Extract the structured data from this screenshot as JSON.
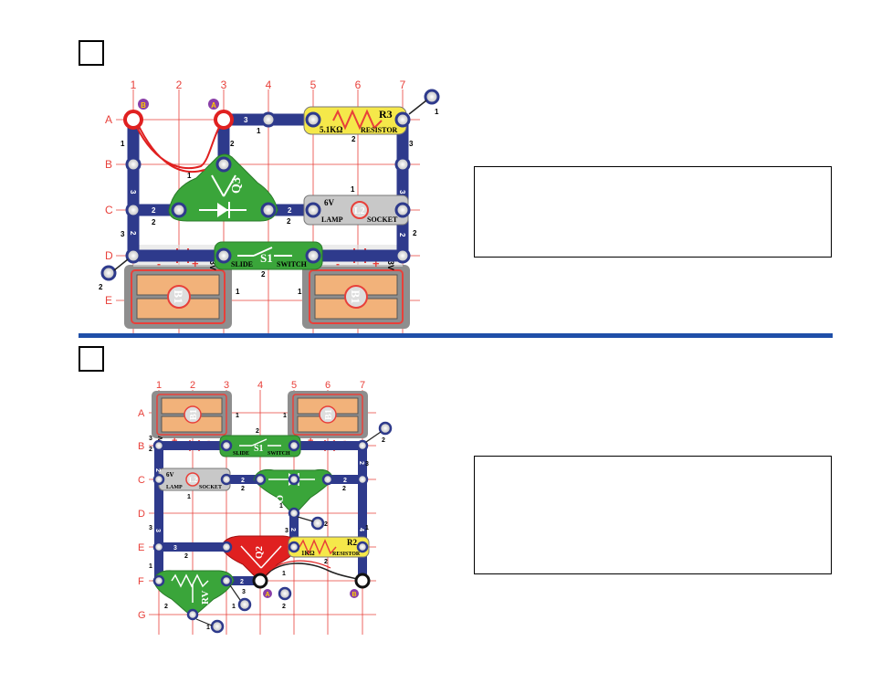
{
  "project_top": {
    "columns": [
      "1",
      "2",
      "3",
      "4",
      "5",
      "6",
      "7"
    ],
    "rows": [
      "A",
      "B",
      "C",
      "D",
      "E"
    ],
    "markers": {
      "a": "A",
      "b": "B"
    },
    "parts": {
      "r3_label": "R3",
      "r3_value": "5.1KΩ",
      "r3_name": "RESISTOR",
      "q3_label": "Q3",
      "lamp_value": "6V",
      "lamp_label": "L2",
      "lamp_name": "LAMP",
      "socket_name": "SOCKET",
      "switch_label": "S1",
      "switch_slide": "SLIDE",
      "switch_name": "SWITCH",
      "battery_label": "B1",
      "battery_volts": "3V",
      "plus": "+",
      "minus": "-"
    }
  },
  "project_bottom": {
    "columns": [
      "1",
      "2",
      "3",
      "4",
      "5",
      "6",
      "7"
    ],
    "rows": [
      "A",
      "B",
      "C",
      "D",
      "E",
      "F",
      "G"
    ],
    "markers": {
      "a": "A",
      "b": "B"
    },
    "parts": {
      "r2_label": "R2",
      "r2_value": "1KΩ",
      "r2_name": "RESISTOR",
      "q2_label": "Q2",
      "q3_label": "Q3",
      "rv_label": "RV",
      "lamp_value": "6V",
      "lamp_label": "L2",
      "lamp_name": "LAMP",
      "socket_name": "SOCKET",
      "switch_label": "S1",
      "switch_slide": "SLIDE",
      "switch_name": "SWITCH",
      "battery_label": "B1",
      "battery_volts": "3V",
      "plus": "+",
      "minus": "-"
    }
  },
  "colors": {
    "grid": "#e8403a",
    "wire": "#2e3a8c",
    "green": "#3aa53a",
    "red": "#e02020",
    "yellow": "#f5e84a",
    "rule": "#1f4fa8"
  }
}
